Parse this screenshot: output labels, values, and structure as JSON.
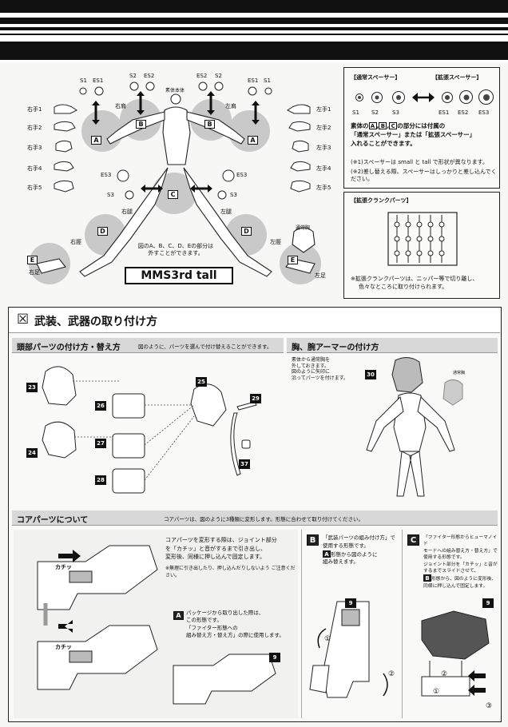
{
  "mms": {
    "model_name": "MMS3rd tall",
    "note": "図のA、B、C、D、Eの部分は外すことができます。",
    "part_labels": {
      "right_shoulder": "右肩",
      "left_shoulder": "左肩",
      "body": "素体本体",
      "right_thigh": "右腿",
      "left_thigh": "左腿",
      "right_shin": "右脛",
      "left_shin": "左脛",
      "right_foot": "右足",
      "left_foot": "左足",
      "normal_chest": "通常胸"
    },
    "right_hands": [
      "右手1",
      "右手2",
      "右手3",
      "右手4",
      "右手5"
    ],
    "left_hands": [
      "左手1",
      "左手2",
      "左手3",
      "左手4",
      "左手5"
    ],
    "spacer_tags": {
      "s1": "S1",
      "s2": "S2",
      "s3": "S3",
      "es1": "ES1",
      "es2": "ES2",
      "es3": "ES3"
    },
    "joint_letters": [
      "A",
      "B",
      "C",
      "D",
      "E"
    ]
  },
  "spacer_panel": {
    "normal_title": "【通常スペーサー】",
    "extended_title": "【拡張スペーサー】",
    "row_labels": [
      "S1",
      "S2",
      "S3",
      "ES1",
      "ES2",
      "ES3"
    ],
    "desc_line1_a": "素体の",
    "desc_line1_b": "の部分には付属の",
    "desc_line2": "「通常スペーサー」または「拡張スペーサー」",
    "desc_line3": "入れることができます。",
    "notes": [
      "(※1)スペーサーは small と tall で形状が異なります。",
      "(※2)差し替える際、スペーサーはしっかりと差し込んでください。"
    ],
    "crank_title": "【拡張クランクパーツ】",
    "crank_note": [
      "※拡張クランクパーツは、ニッパー等で切り離し、",
      "色々なところに取り付けられます。"
    ]
  },
  "weapon_section": {
    "icon": "☒",
    "title": "武装、武器の取り付け方",
    "head": {
      "title": "頭部パーツの付け方・替え方",
      "desc": "図のように、パーツを選んで付け替えることができます。",
      "part_numbers": [
        "23",
        "24",
        "25",
        "26",
        "27",
        "28",
        "29",
        "37"
      ]
    },
    "chest": {
      "title": "胸、腕アーマーの付け方",
      "desc": [
        "素体から通常胸を",
        "外しておきます。",
        "図のように矢印に",
        "沿ってパーツを付けます。"
      ],
      "part_number": "30",
      "label": "通常胸"
    }
  },
  "core": {
    "title": "コアパーツについて",
    "desc": "コアパーツは、図のように3種類に変形します。形態に合わせて取り付けてください。",
    "main_text": [
      "コアパーツを変形する際は、ジョイント部分",
      "を「カチッ」と音がするまで引き出し、",
      "変形後、同様に押し込んで固定します。"
    ],
    "warning": "※無理に引き出したり、押し込んだりしないよう ご注意ください。",
    "click_sfx": "カチッ",
    "step_a": {
      "letter": "A",
      "text": [
        "パッケージから取り出した際は、",
        "この形態です。",
        "「ファイター形態への",
        "組み替え方・替え方」の際に使用します。"
      ]
    },
    "step_b": {
      "letter": "B",
      "text": [
        "「武装パーツの組み付け方」で",
        "使用する形態です。",
        "形態から図のように",
        "組み替えます。"
      ],
      "ref": "A"
    },
    "step_c": {
      "letter": "C",
      "text": [
        "「ファイター形態からヒューマノイド",
        "モードへの組み替え方・替え方」で",
        "使用する形態です。",
        "ジョイント部分を「カチッ」と音が",
        "するまでスライドさせて、",
        "形態から、図のように変形後、",
        "同様に押し込んで固定します。"
      ],
      "ref": "B"
    },
    "part_number": "9",
    "step_nums": [
      "①",
      "②",
      "③"
    ]
  }
}
